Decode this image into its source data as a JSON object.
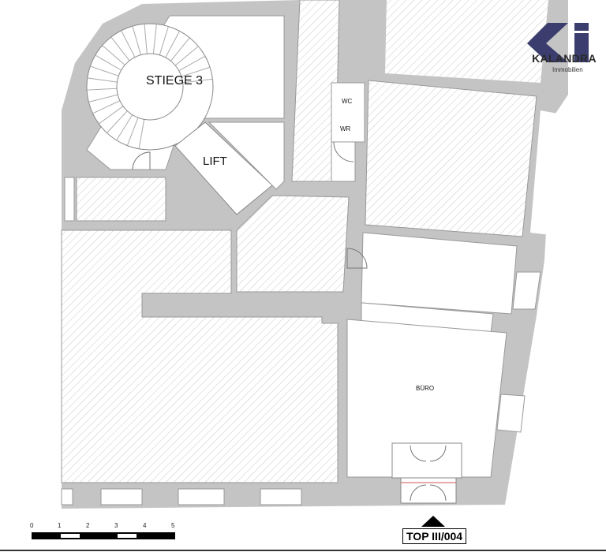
{
  "rooms": {
    "stair": "STIEGE 3",
    "lift": "LIFT",
    "wc": "WC",
    "wr": "WR",
    "office": "BÜRO"
  },
  "logo": {
    "name": "KALANDRA",
    "subtitle": "Immobilien",
    "color": "#3b3d6e"
  },
  "scale": {
    "ticks": [
      "0",
      "1",
      "2",
      "3",
      "4",
      "5"
    ]
  },
  "unit_label": "TOP III/004",
  "colors": {
    "wall": "#c4c4c4",
    "hatch": "#c8c8c8"
  }
}
